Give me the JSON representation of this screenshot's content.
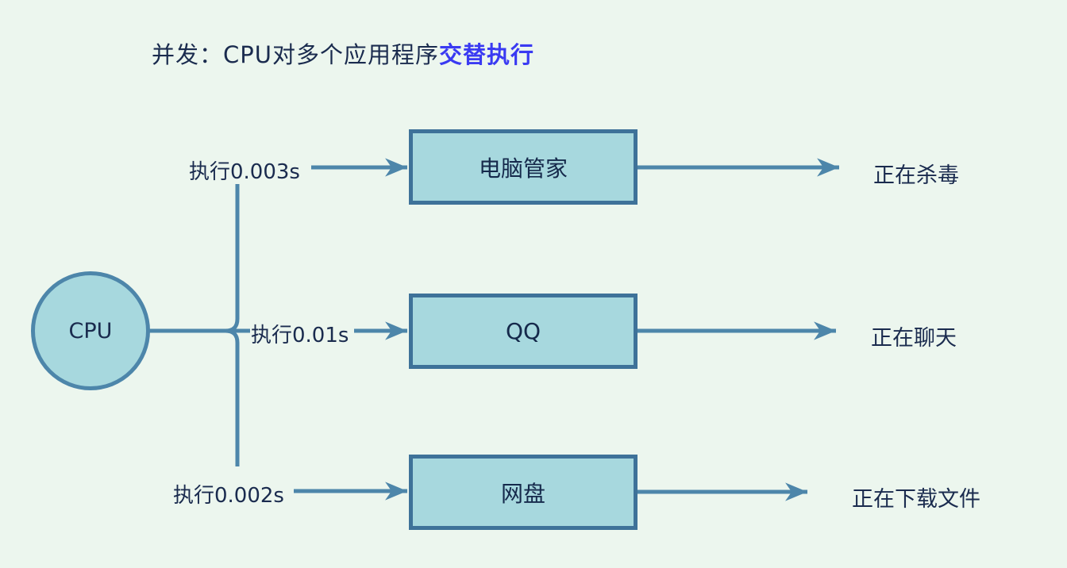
{
  "title": {
    "prefix": "并发：CPU对多个应用程序",
    "highlight": "交替执行"
  },
  "cpu": {
    "label": "CPU"
  },
  "rows": [
    {
      "exec_label": "执行0.003s",
      "app": "电脑管家",
      "status": "正在杀毒"
    },
    {
      "exec_label": "执行0.01s",
      "app": "QQ",
      "status": "正在聊天"
    },
    {
      "exec_label": "执行0.002s",
      "app": "网盘",
      "status": "正在下载文件"
    }
  ],
  "colors": {
    "background": "#ecf6ee",
    "node_fill": "#a7d8de",
    "node_border": "#3e7299",
    "circle_border": "#4d86aa",
    "connector": "#4d86aa",
    "text_dark": "#1a2b4e",
    "title_highlight": "#3a3af2"
  }
}
